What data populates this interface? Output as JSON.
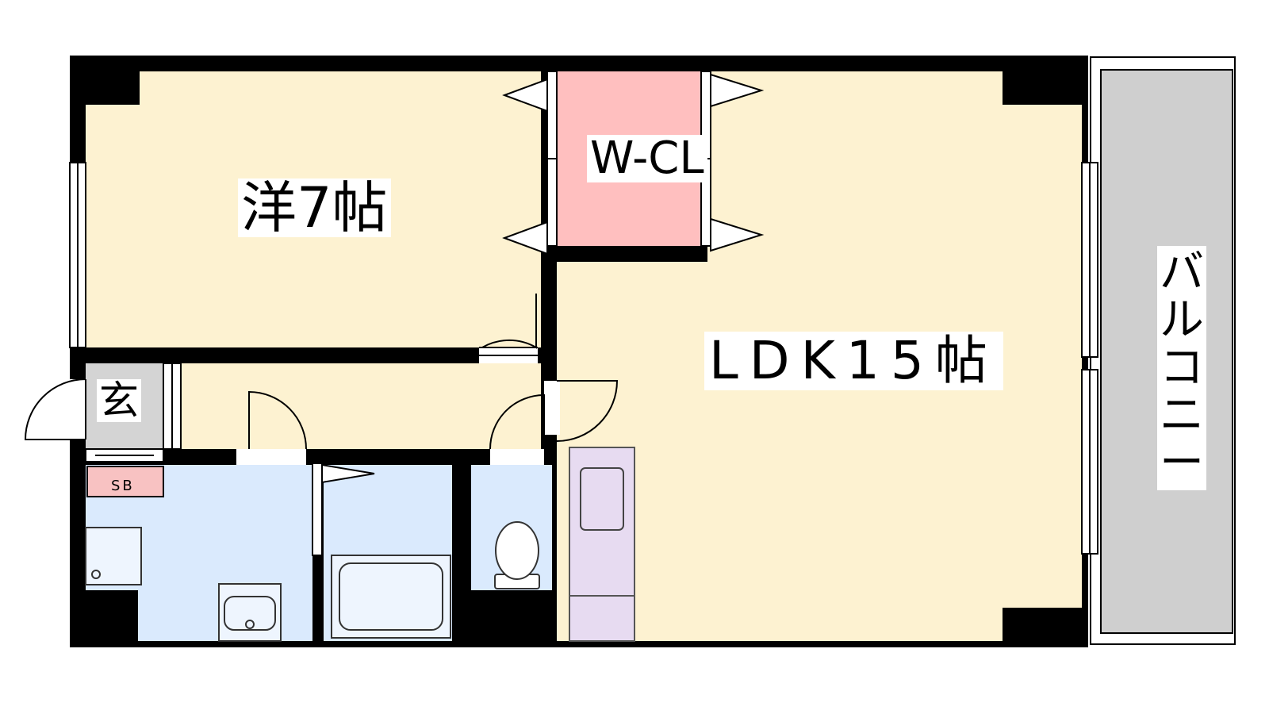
{
  "rooms": {
    "western": {
      "label": "洋7帖"
    },
    "walkin_closet": {
      "label": "W-CL"
    },
    "ldk": {
      "label": "LDK15帖"
    },
    "entrance": {
      "label": "玄"
    },
    "shoe_box": {
      "label": "SB"
    },
    "balcony": {
      "label": "バ\nル\nコ\nニ\nー"
    }
  },
  "colors": {
    "wall": "#000000",
    "living_floor": "#fdf2d1",
    "closet_floor": "#ffbfbf",
    "wet_area_floor": "#daeafd",
    "entrance_floor": "#d4d4d4",
    "shoe_box": "#f8c2c2",
    "kitchen": "#e7dbf1",
    "balcony_floor": "#cfcfcf"
  }
}
